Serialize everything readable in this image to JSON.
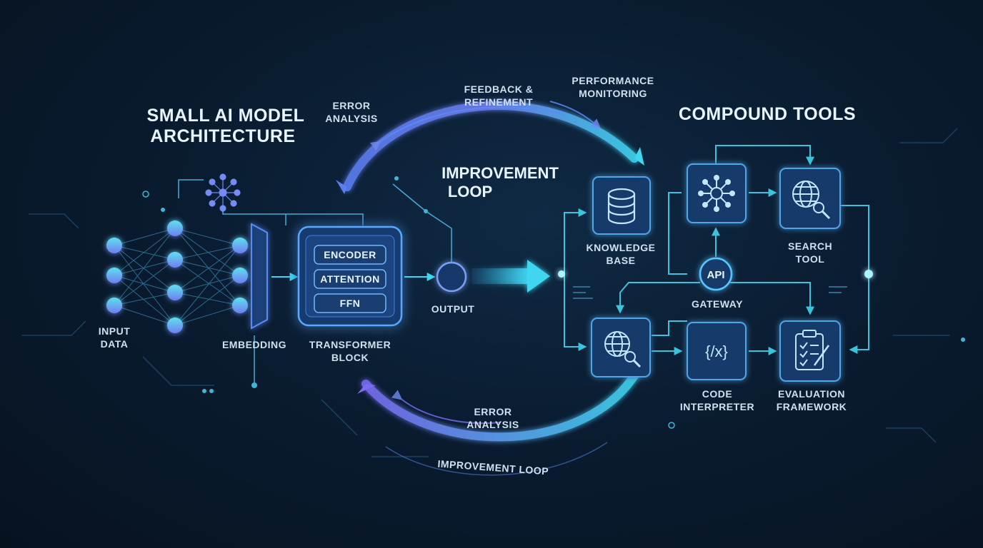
{
  "titles": {
    "left_line1": "SMALL AI MODEL",
    "left_line2": "ARCHITECTURE",
    "right": "COMPOUND TOOLS",
    "center_line1": "IMPROVEMENT",
    "center_line2": "LOOP"
  },
  "architecture": {
    "input_line1": "INPUT",
    "input_line2": "DATA",
    "embedding": "EMBEDDING",
    "transformer_line1": "TRANSFORMER",
    "transformer_line2": "BLOCK",
    "encoder": "ENCODER",
    "attention": "ATTENTION",
    "ffn": "FFN",
    "output": "OUTPUT"
  },
  "loop": {
    "error_top_line1": "ERROR",
    "error_top_line2": "ANALYSIS",
    "feedback_line1": "FEEDBACK &",
    "feedback_line2": "REFINEMENT",
    "perf_line1": "PERFORMANCE",
    "perf_line2": "MONITORING",
    "error_bottom_line1": "ERROR",
    "error_bottom_line2": "ANALYSIS",
    "bottom_arc": "IMPROVEMENT LOOP"
  },
  "tools": {
    "api": "API",
    "gateway": "GATEWAY",
    "kb_line1": "KNOWLEDGE",
    "kb_line2": "BASE",
    "search_line1": "SEARCH",
    "search_line2": "TOOL",
    "code_line1": "CODE",
    "code_line2": "INTERPRETER",
    "eval_line1": "EVALUATION",
    "eval_line2": "FRAMEWORK",
    "code_icon_text": "{/x}"
  },
  "colors": {
    "accent_cyan": "#3fd6f0",
    "accent_blue": "#5b8cf5",
    "accent_purple": "#8a6cf0",
    "node_fill": "#5fd1e8"
  }
}
